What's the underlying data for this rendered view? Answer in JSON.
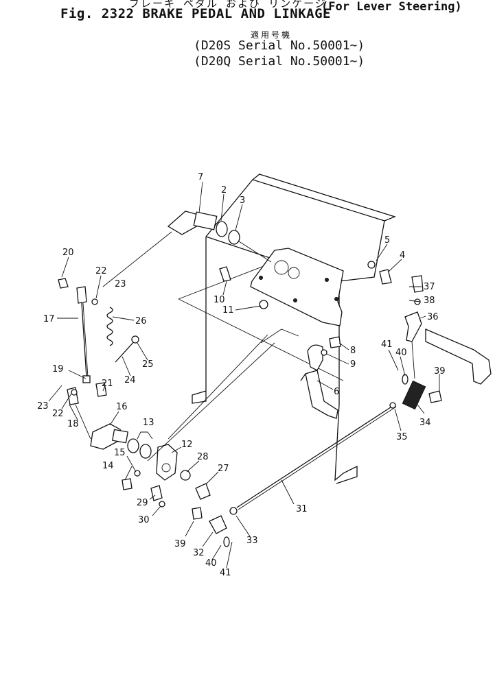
{
  "header": {
    "jp_title": "ブレーキ ペダル および リンケージ",
    "fig_title": "Fig. 2322  BRAKE PEDAL AND LINKAGE",
    "lever_note": "(For Lever Steering)",
    "jp_applicability": "適用号機",
    "serial_lines": [
      "(D20S  Serial No.50001~)",
      "(D20Q  Serial No.50001~)"
    ]
  },
  "callouts": [
    "7",
    "2",
    "3",
    "5",
    "4",
    "20",
    "22",
    "23",
    "17",
    "10",
    "11",
    "26",
    "37",
    "38",
    "36",
    "8",
    "9",
    "25",
    "24",
    "41",
    "40",
    "39",
    "19",
    "21",
    "6",
    "23",
    "22",
    "18",
    "16",
    "13",
    "15",
    "12",
    "28",
    "14",
    "27",
    "34",
    "35",
    "29",
    "30",
    "31",
    "39",
    "32",
    "33",
    "40",
    "41"
  ]
}
